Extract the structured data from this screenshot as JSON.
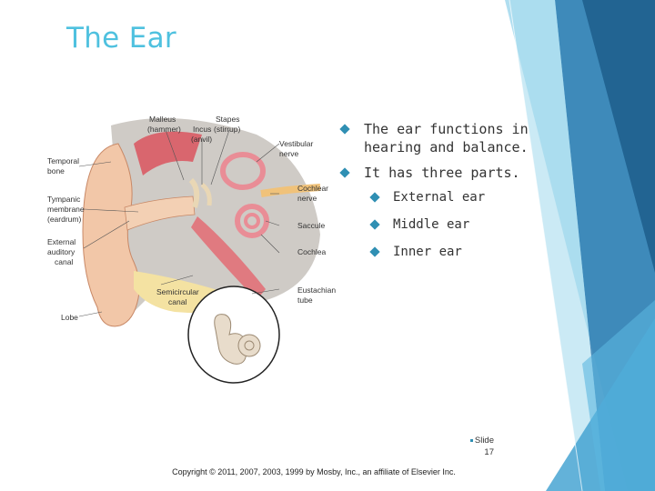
{
  "slide": {
    "title": "The Ear",
    "bullets": [
      {
        "level": 1,
        "text": "The ear functions in hearing and balance."
      },
      {
        "level": 1,
        "text": "It has three parts."
      },
      {
        "level": 2,
        "text": "External ear"
      },
      {
        "level": 2,
        "text": "Middle ear"
      },
      {
        "level": 2,
        "text": "Inner ear"
      }
    ],
    "slide_number_label": "Slide",
    "slide_number": "17",
    "copyright": "Copyright © 2011, 2007, 2003, 1999 by Mosby, Inc., an affiliate of Elsevier Inc."
  },
  "diagram": {
    "labels": {
      "malleus": "Malleus",
      "hammer": "(hammer)",
      "incus": "Incus",
      "anvil": "(anvil)",
      "stapes": "Stapes",
      "stirrup": "(stirrup)",
      "vestibular_nerve_1": "Vestibular",
      "vestibular_nerve_2": "nerve",
      "temporal_bone_1": "Temporal",
      "temporal_bone_2": "bone",
      "cochlear_nerve_1": "Cochlear",
      "cochlear_nerve_2": "nerve",
      "tympanic_1": "Tympanic",
      "tympanic_2": "membrane",
      "tympanic_3": "(eardrum)",
      "saccule": "Saccule",
      "external_1": "External",
      "external_2": "auditory",
      "external_3": "canal",
      "cochlea": "Cochlea",
      "eustachian_1": "Eustachian",
      "eustachian_2": "tube",
      "semicircular_1": "Semicircular",
      "semicircular_2": "canal",
      "lobe": "Lobe"
    }
  },
  "theme": {
    "title_color": "#4fc1df",
    "accent": "#2f8fb3"
  }
}
